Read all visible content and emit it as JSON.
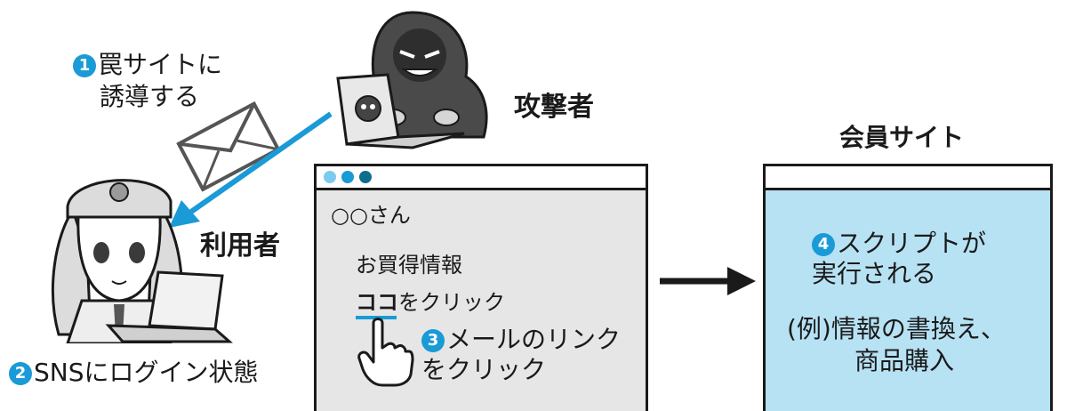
{
  "step1": {
    "badge": "1",
    "line1": "罠サイトに",
    "line2": "誘導する"
  },
  "attacker_label": "攻撃者",
  "user_label": "利用者",
  "step2": {
    "badge": "2",
    "text": "SNSにログイン状態"
  },
  "mail_window": {
    "greeting": "○○さん",
    "subject": "お買得情報",
    "link_word": "ココ",
    "link_rest": "をクリック"
  },
  "step3": {
    "badge": "3",
    "line1": "メールのリンク",
    "line2": "をクリック"
  },
  "member_site_label": "会員サイト",
  "member_window": {
    "step4_badge": "4",
    "step4_line1": "スクリプトが",
    "step4_line2": "実行される",
    "example_line1": "(例)情報の書換え、",
    "example_line2": "商品購入"
  },
  "colors": {
    "accent": "#1a9ad6",
    "member_bg": "#b7e2f4",
    "mail_bg": "#e6e6e6",
    "dot_light": "#7ccbef",
    "dot_dark": "#0e6e8c"
  },
  "icons": [
    "envelope-icon",
    "attacker-icon",
    "attacker-laptop-icon",
    "user-icon",
    "user-laptop-icon",
    "pointing-hand-icon"
  ]
}
